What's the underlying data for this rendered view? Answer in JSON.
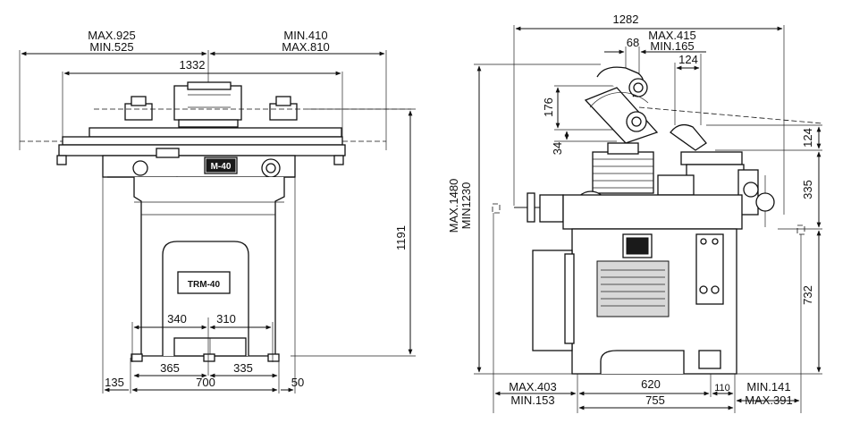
{
  "front_view": {
    "top_left_max": "MAX.925",
    "top_left_min": "MIN.525",
    "top_right_min": "MIN.410",
    "top_right_max": "MAX.810",
    "table_width": "1332",
    "height": "1191",
    "base_left_offset": "340",
    "base_right_offset": "310",
    "foot_left": "365",
    "foot_right": "335",
    "base_width": "700",
    "left_overhang": "135",
    "right_overhang": "50",
    "badge_small": "M-40",
    "badge_large": "M-40",
    "badge_prefix": "TR"
  },
  "side_view": {
    "overall_depth": "1282",
    "max_415": "MAX.415",
    "min_165": "MIN.165",
    "offset_68": "68",
    "offset_124": "124",
    "height_176": "176",
    "height_34": "34",
    "height_124": "124",
    "height_335": "335",
    "height_732": "732",
    "max_height": "MAX.1480",
    "min_height": "MIN1230",
    "bottom_max_403": "MAX.403",
    "bottom_min_153": "MIN.153",
    "base_620": "620",
    "base_110": "110",
    "base_755": "755",
    "bottom_min_141": "MIN.141",
    "bottom_max_391": "MAX.391"
  }
}
